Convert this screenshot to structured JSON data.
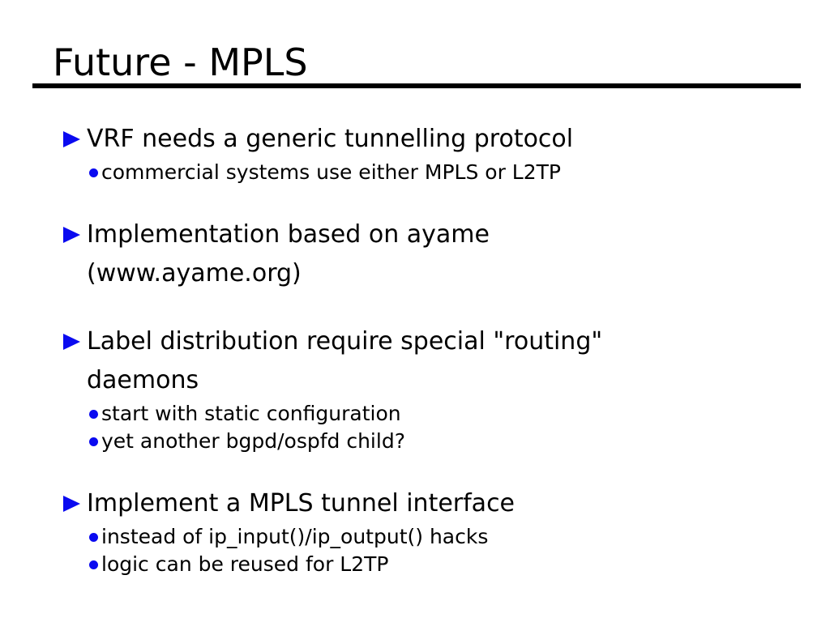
{
  "slide": {
    "title": "Future - MPLS",
    "colors": {
      "accent": "#0a0af0",
      "text": "#000000",
      "background": "#ffffff",
      "title_rule": "#000000"
    },
    "icons": {
      "bullet": "triangle-right",
      "sub_bullet": "dot"
    },
    "bullets": [
      {
        "lines": [
          "VRF needs a generic tunnelling protocol"
        ],
        "subs": [
          "commercial systems use either MPLS or L2TP"
        ]
      },
      {
        "lines": [
          "Implementation based on ayame",
          "(www.ayame.org)"
        ],
        "subs": []
      },
      {
        "lines": [
          "Label distribution require special \"routing\"",
          "daemons"
        ],
        "subs": [
          "start with static configuration",
          "yet another bgpd/ospfd child?"
        ]
      },
      {
        "lines": [
          "Implement a MPLS tunnel interface"
        ],
        "subs": [
          "instead of ip_input()/ip_output() hacks",
          "logic can be reused for L2TP"
        ]
      }
    ]
  }
}
